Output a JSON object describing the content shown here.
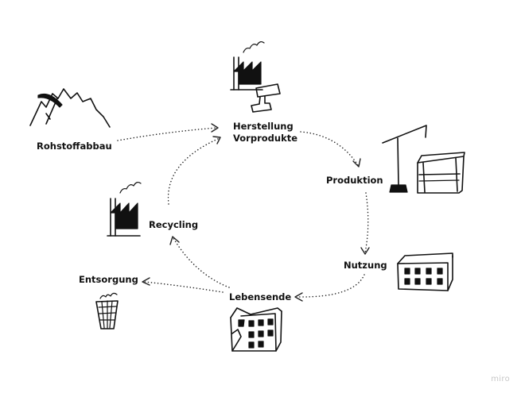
{
  "diagram": {
    "nodes": {
      "rohstoffabbau": {
        "label": "Rohstoffabbau",
        "icon": "mountain-pickaxe-icon"
      },
      "herstellung": {
        "lines": [
          "Herstellung",
          "Vorprodukte"
        ],
        "icon": "factory-steel-beam-icon"
      },
      "produktion": {
        "label": "Produktion",
        "icon": "crane-building-icon"
      },
      "nutzung": {
        "label": "Nutzung",
        "icon": "building-icon"
      },
      "lebensende": {
        "label": "Lebensende",
        "icon": "damaged-building-icon"
      },
      "recycling": {
        "label": "Recycling",
        "icon": "factory-icon"
      },
      "entsorgung": {
        "label": "Entsorgung",
        "icon": "trash-bin-icon"
      }
    },
    "edges": [
      {
        "from": "Rohstoffabbau",
        "to": "Herstellung Vorprodukte"
      },
      {
        "from": "Herstellung Vorprodukte",
        "to": "Produktion"
      },
      {
        "from": "Produktion",
        "to": "Nutzung"
      },
      {
        "from": "Nutzung",
        "to": "Lebensende"
      },
      {
        "from": "Lebensende",
        "to": "Recycling"
      },
      {
        "from": "Lebensende",
        "to": "Entsorgung"
      },
      {
        "from": "Recycling",
        "to": "Herstellung Vorprodukte"
      }
    ]
  },
  "watermark": "miro"
}
